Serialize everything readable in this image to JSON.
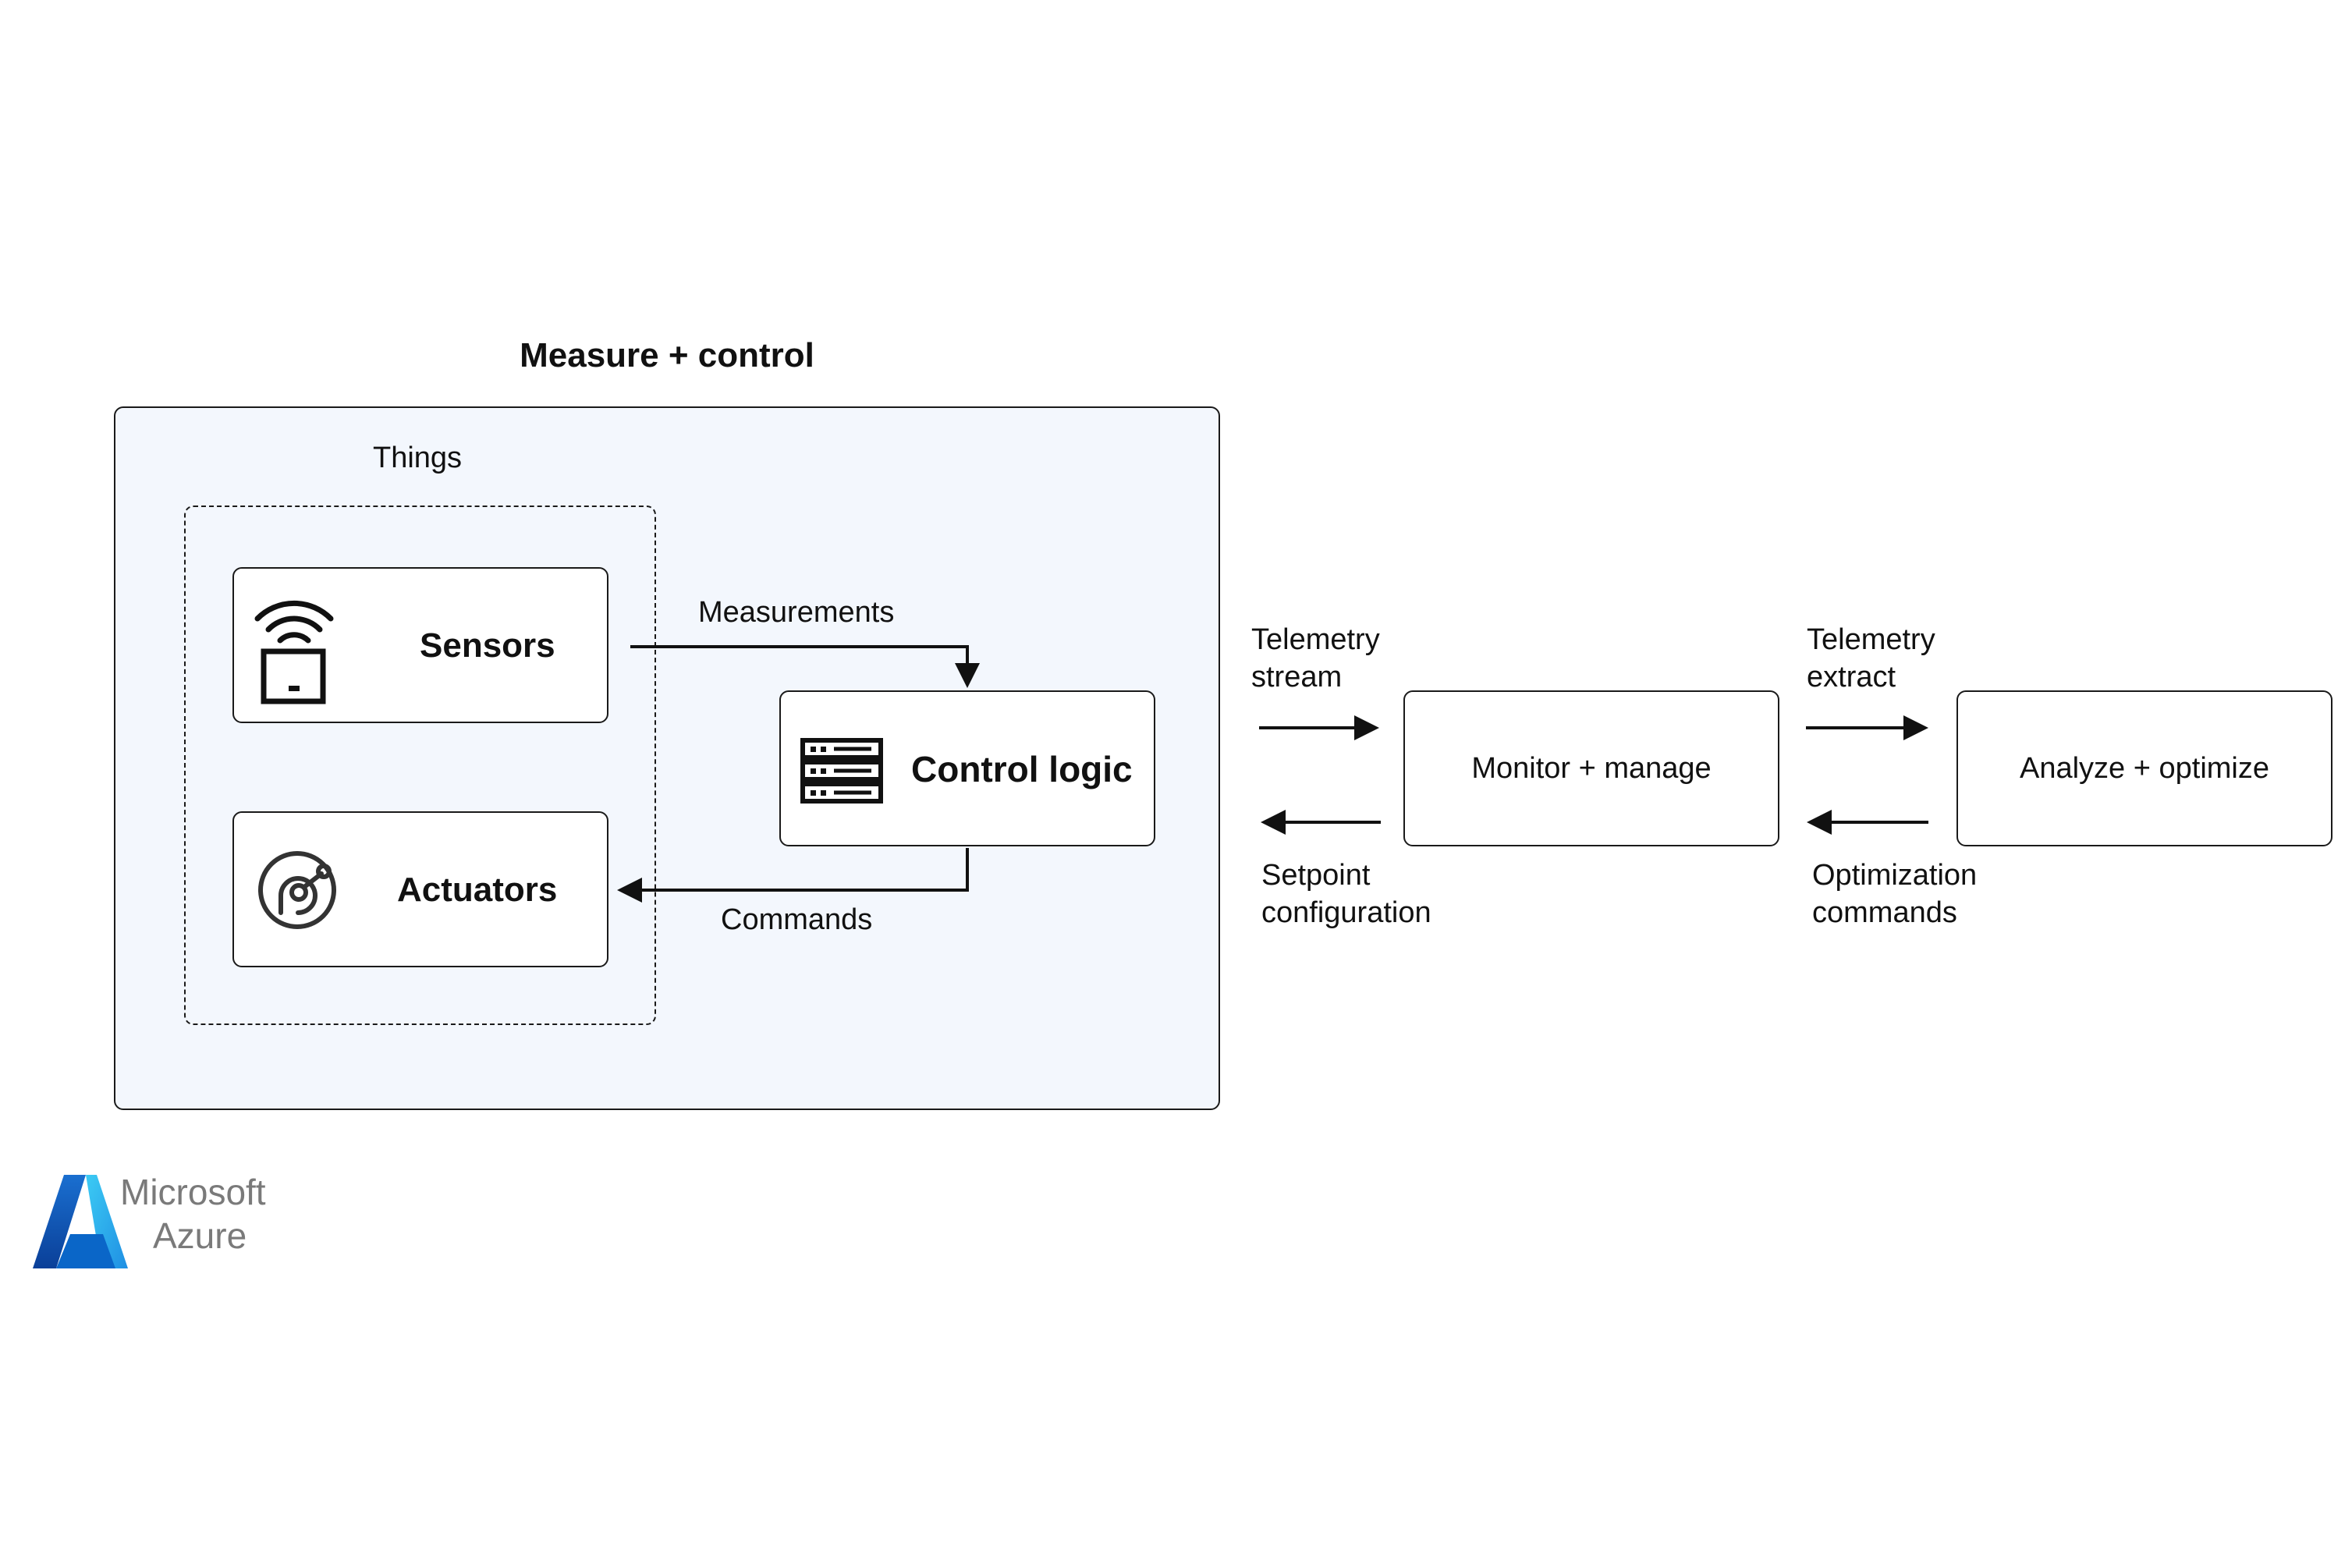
{
  "group": {
    "title": "Measure + control",
    "things_label": "Things"
  },
  "nodes": {
    "sensors": "Sensors",
    "actuators": "Actuators",
    "control_logic": "Control logic",
    "monitor": "Monitor + manage",
    "analyze": "Analyze + optimize"
  },
  "edges": {
    "measurements": "Measurements",
    "commands": "Commands",
    "telemetry_stream": [
      "Telemetry",
      "stream"
    ],
    "setpoint_configuration": [
      "Setpoint",
      "configuration"
    ],
    "telemetry_extract": [
      "Telemetry",
      "extract"
    ],
    "optimization_commands": [
      "Optimization",
      "commands"
    ]
  },
  "logo": {
    "line1": "Microsoft",
    "line2": "Azure"
  },
  "icons": [
    "wifi-sensor-icon",
    "actuator-icon",
    "server-icon",
    "azure-logo-icon"
  ],
  "colors": {
    "panel_fill": "#f3f7fd",
    "line": "#111111",
    "azure_blue": "#0078d4",
    "logo_text": "#7a7a7a"
  }
}
